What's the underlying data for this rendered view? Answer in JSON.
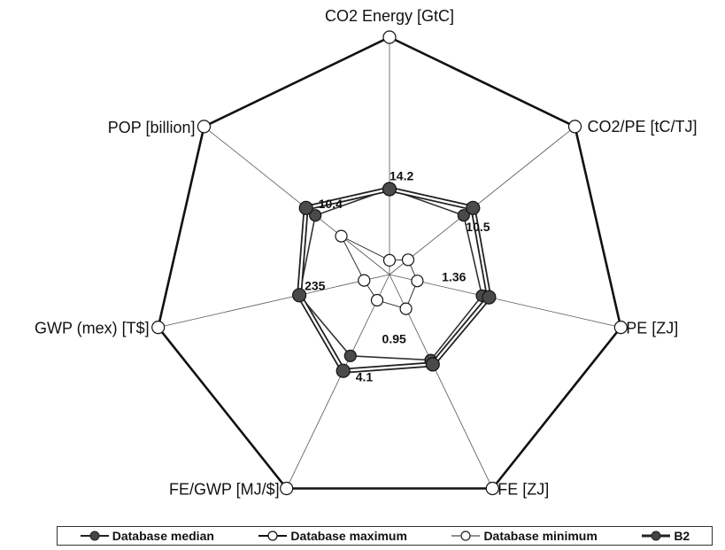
{
  "chart_data": {
    "type": "radar",
    "axes": [
      "CO2 Energy [GtC]",
      "CO2/PE [tC/TJ]",
      "PE [ZJ]",
      "FE [ZJ]",
      "FE/GWP [MJ/$]",
      "GWP (mex) [T$]",
      "POP [billion]"
    ],
    "series": [
      {
        "name": "Database median",
        "values": [
          0.36,
          0.4,
          0.4,
          0.4,
          0.38,
          0.39,
          0.4
        ]
      },
      {
        "name": "Database maximum",
        "values": [
          1.0,
          1.0,
          1.0,
          1.0,
          1.0,
          1.0,
          1.0
        ]
      },
      {
        "name": "Database minimum",
        "values": [
          0.06,
          0.1,
          0.12,
          0.16,
          0.12,
          0.11,
          0.26
        ]
      },
      {
        "name": "B2",
        "values": [
          0.36,
          0.45,
          0.43,
          0.42,
          0.45,
          0.39,
          0.45
        ]
      }
    ],
    "value_labels": [
      "14.2",
      "10.5",
      "1.36",
      "0.95",
      "4.1",
      "235",
      "10.4"
    ],
    "grid": "radial spokes"
  },
  "colors": {
    "median": "#333333",
    "maximum": "#111111",
    "minimum": "#222222",
    "b2": "#333333"
  }
}
